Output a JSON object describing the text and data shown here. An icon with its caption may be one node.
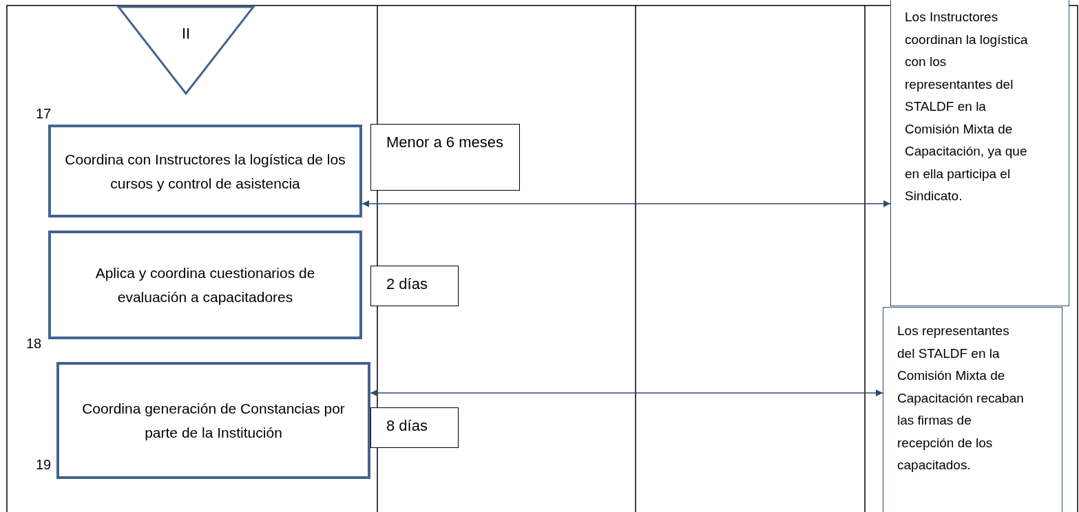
{
  "diagram": {
    "nodes": [
      {
        "text": [
          "II"
        ]
      },
      {
        "text": [
          "Coordina con Instructores la logística de los cursos y control de asistencia"
        ],
        "beside": [
          "17"
        ]
      },
      {
        "text": [
          "Menor a 6 meses"
        ]
      },
      {
        "text": [
          "Los Instructores coordinan la logística con los representantes del STALDF en la Comisión Mixta de Capacitación, ya que en ella participa el Sindicato."
        ]
      },
      {
        "text": [
          "Aplica y coordina cuestionarios de evaluación a capacitadores"
        ],
        "beside": [
          "18"
        ]
      },
      {
        "text": [
          "2 días"
        ]
      },
      {
        "text": [
          "Los representantes del STALDF en la Comisión Mixta de Capacitación recaban las firmas de recepción de los capacitados."
        ]
      },
      {
        "text": [
          "Coordina generación de Constancias por parte de la Institución"
        ],
        "beside": [
          "19"
        ]
      },
      {
        "text": [
          "8 días"
        ]
      }
    ],
    "edges": [
      {
        "from": 1,
        "to": 3,
        "arrow": "both"
      },
      {
        "from": 7,
        "to": 6,
        "arrow": "both"
      }
    ]
  }
}
